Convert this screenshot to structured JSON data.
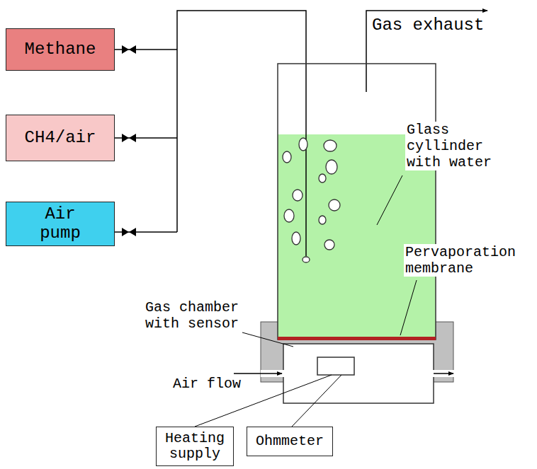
{
  "diagram": {
    "nodes": [
      {
        "text": [
          "Methane"
        ]
      },
      {
        "text": [
          "CH4/air"
        ]
      },
      {
        "text": [
          "Air pump"
        ]
      },
      {
        "text": [
          "Heating supply"
        ]
      },
      {
        "text": [
          "Ohmmeter"
        ]
      }
    ],
    "labels": [
      "Gas exhaust",
      "Glass cyllinder with water",
      "Pervaporation membrane",
      "Gas chamber with sensor",
      "Air flow"
    ]
  }
}
